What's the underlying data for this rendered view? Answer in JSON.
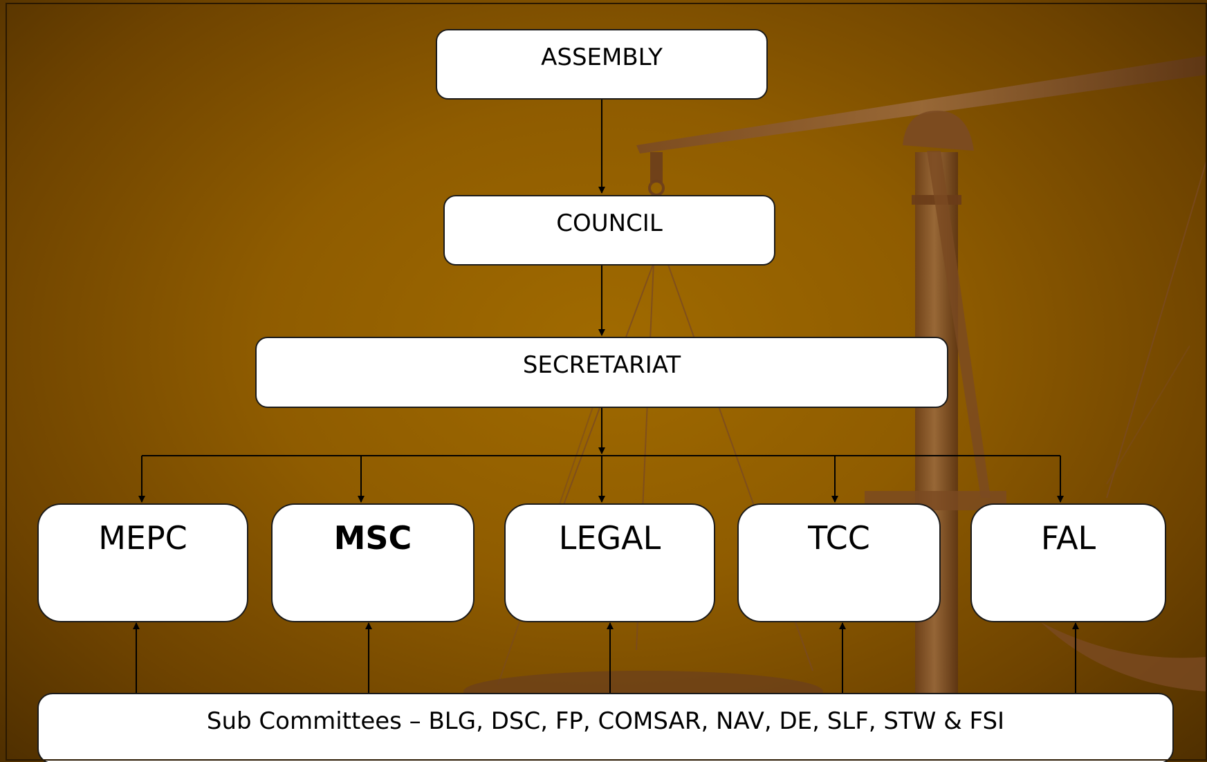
{
  "org_chart": {
    "assembly": "ASSEMBLY",
    "council": "COUNCIL",
    "secretariat": "SECRETARIAT",
    "committees": [
      {
        "label": "MEPC",
        "bold": false
      },
      {
        "label": "MSC",
        "bold": true
      },
      {
        "label": "LEGAL",
        "bold": false
      },
      {
        "label": "TCC",
        "bold": false
      },
      {
        "label": "FAL",
        "bold": false
      }
    ],
    "sub_committees": "Sub Committees – BLG, DSC, FP, COMSAR, NAV, DE, SLF, STW & FSI"
  },
  "colors": {
    "background": "#8f5c00",
    "box_fill": "#ffffff",
    "line": "#000000",
    "scale_watermark": "#6b3f1a"
  },
  "background_icon": "scales-of-justice-icon"
}
